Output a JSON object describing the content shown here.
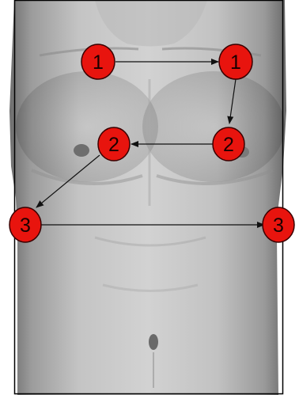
{
  "markers": [
    {
      "id": "m1-left",
      "label": "1"
    },
    {
      "id": "m1-right",
      "label": "1"
    },
    {
      "id": "m2-right",
      "label": "2"
    },
    {
      "id": "m2-left",
      "label": "2"
    },
    {
      "id": "m3-left",
      "label": "3"
    },
    {
      "id": "m3-right",
      "label": "3"
    }
  ],
  "colors": {
    "marker_fill": "#e8140e",
    "marker_stroke": "#3a0000",
    "arrow": "#111111",
    "frame": "#000000"
  }
}
